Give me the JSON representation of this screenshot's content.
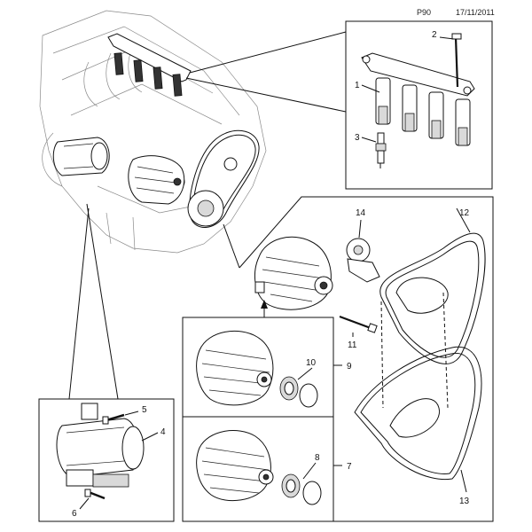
{
  "header": {
    "page_code": "P90",
    "date": "17/11/2011"
  },
  "callouts": {
    "c1": "1",
    "c2": "2",
    "c3": "3",
    "c4": "4",
    "c5": "5",
    "c6": "6",
    "c7": "7",
    "c8": "8",
    "c9": "9",
    "c10": "10",
    "c11": "11",
    "c12": "12",
    "c13": "13",
    "c14": "14"
  }
}
